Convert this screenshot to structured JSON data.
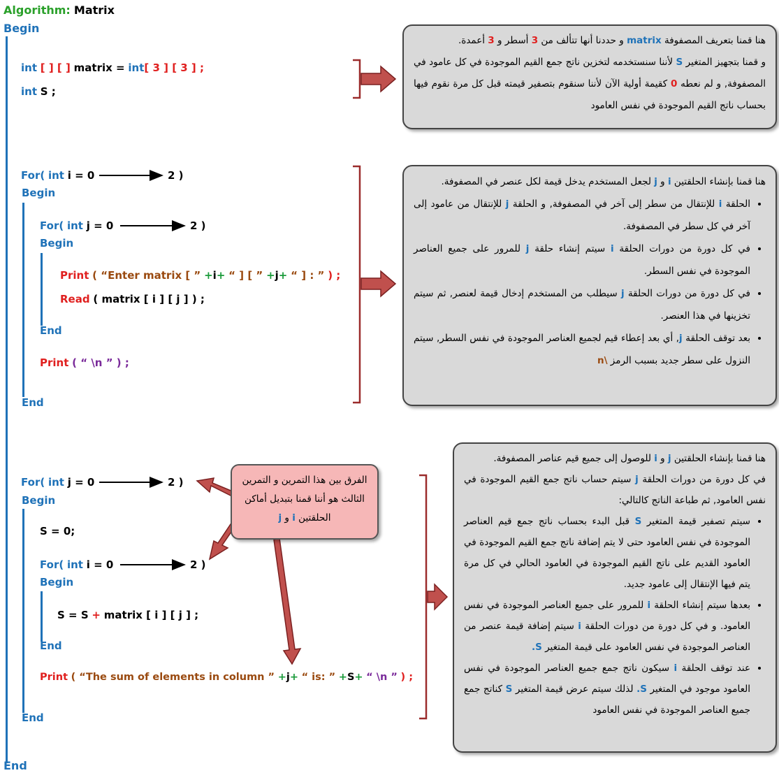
{
  "header": {
    "algorithm_label": "Algorithm:",
    "algorithm_name": "Matrix"
  },
  "kw": {
    "begin": "Begin",
    "end": "End",
    "int": "int",
    "for": "For",
    "print": "Print",
    "read": "Read"
  },
  "code": {
    "decl_matrix_a": "[ ] [ ]",
    "decl_matrix_name": "matrix  =",
    "decl_matrix_b": "[ 3 ] [ 3 ] ;",
    "decl_s": "S ;",
    "for_open": "(",
    "loop_i": "i = 0",
    "loop_j": "j = 0",
    "loop_j_tight": "j = 0",
    "loop_end": "2  )",
    "print_open": "( “",
    "enter_str": "Enter  matrix  [ ”",
    "plus": "+",
    "i_var": "i",
    "j_var": "j",
    "q_bracket": "“ ] [ ”",
    "q_colon": "“ ] :  ”",
    "close_paren": ")  ;",
    "read_args": "(  matrix [ i ] [ j ]  ) ;",
    "newline_print": "( “ \\n ” ) ;",
    "s_zero": "S  =  0;",
    "s_eq": "S  =  S",
    "s_matrix": "matrix [ i ] [ j ] ;",
    "sum_str": "The  sum  of  elements  in  column  ”",
    "q_is": "“  is:  ”",
    "s_var": "S",
    "nl_str": "“ \\n ”",
    "close2": ") ;"
  },
  "notes": {
    "box1": {
      "l1a": "هنا قمنا بتعريف المصفوفة ",
      "l1b": "matrix",
      "l1c": " و حددنا أنها تتألف من ",
      "l1d": "3",
      "l1e": " أسطر و ",
      "l1f": "3",
      "l1g": " أعمدة.",
      "l2a": "و قمنا بتجهيز المتغير ",
      "l2b": "S",
      "l2c": " لأننا سنستخدمه لتخزين ناتج جمع القيم الموجودة في كل عامود في المصفوفة, و لم نعطه ",
      "l2d": "0",
      "l2e": " كقيمة أولية الآن لأننا سنقوم بتصفير قيمته قبل كل مرة نقوم فيها بحساب ناتج القيم الموجودة في نفس العامود"
    },
    "box2": {
      "intro_a": "هنا قمنا بإنشاء الحلقتين ",
      "intro_b": "i",
      "intro_c": " و ",
      "intro_d": "j",
      "intro_e": " لجعل المستخدم يدخل قيمة لكل عنصر في المصفوفة.",
      "b1a": "الحلقة ",
      "b1b": "i",
      "b1c": " للإنتقال من سطر إلى آخر في المصفوفة, و الحلقة ",
      "b1d": "j",
      "b1e": " للإنتقال من عامود إلى آخر في كل سطر في المصفوفة.",
      "b2a": "في كل دورة من دورات الحلقة ",
      "b2b": "i",
      "b2c": " سيتم إنشاء حلقة ",
      "b2d": "j",
      "b2e": " للمرور على جميع العناصر الموجودة في نفس السطر.",
      "b3a": "في كل دورة من دورات الحلقة ",
      "b3b": "j",
      "b3c": " سيطلب من المستخدم إدخال قيمة لعنصر, ثم سيتم تخزينها في هذا العنصر.",
      "b4a": "بعد توقف الحلقة ",
      "b4b": "j",
      "b4c": ", أي بعد إعطاء قيم لجميع العناصر الموجودة في نفس السطر, سيتم النزول على سطر جديد بسبب الرمز ",
      "b4d": "\\n"
    },
    "box3": {
      "intro_a": "هنا قمنا بإنشاء الحلقتين ",
      "intro_b": "j",
      "intro_c": " و ",
      "intro_d": "i",
      "intro_e": " للوصول إلى جميع قيم عناصر المصفوفة.",
      "intro2_a": "في كل دورة من دورات الحلقة ",
      "intro2_b": "j",
      "intro2_c": " سيتم حساب ناتج جمع القيم الموجودة في نفس العامود, ثم طباعة الناتج كالتالي:",
      "b1a": "سيتم تصفير قيمة المتغير ",
      "b1b": "S",
      "b1c": " قبل البدء بحساب ناتج جمع قيم العناصر الموجودة في نفس العامود حتى لا يتم إضافة ناتج جمع القيم الموجودة في العامود القديم على ناتج القيم الموجودة في العامود الحالي في كل مرة يتم فيها الإنتقال إلى عامود جديد.",
      "b2a": "بعدها سيتم إنشاء الحلقة ",
      "b2b": "i",
      "b2c": " للمرور على جميع العناصر الموجودة في نفس العامود. و في كل دورة من دورات الحلقة ",
      "b2d": "i",
      "b2e": " سيتم إضافة قيمة عنصر من العناصر الموجودة في نفس العامود على قيمة المتغير ",
      "b2f": "S.",
      "b3a": "عند توقف الحلقة ",
      "b3b": "i",
      "b3c": " سيكون ناتج جمع جميع العناصر الموجودة في نفس العامود موجود في المتغير ",
      "b3d": "S.",
      "b3e": " لذلك سيتم عرض قيمة المتغير ",
      "b3f": "S",
      "b3g": " كناتج جمع جميع العناصر الموجودة في نفس العامود"
    },
    "pink": {
      "a": "الفرق بين هذا التمرين و التمرين الثالث هو أننا قمنا بتبديل أماكن الحلقتين ",
      "b": "i",
      "c": " و ",
      "d": "j"
    }
  },
  "colors": {
    "keyword": "#1f72b8",
    "number": "#e0201f",
    "operator": "#1a9a3a",
    "string": "#9a4a10",
    "escape": "#7a2a9a",
    "title": "#2aa02a",
    "bracket": "#9b2c2c"
  }
}
